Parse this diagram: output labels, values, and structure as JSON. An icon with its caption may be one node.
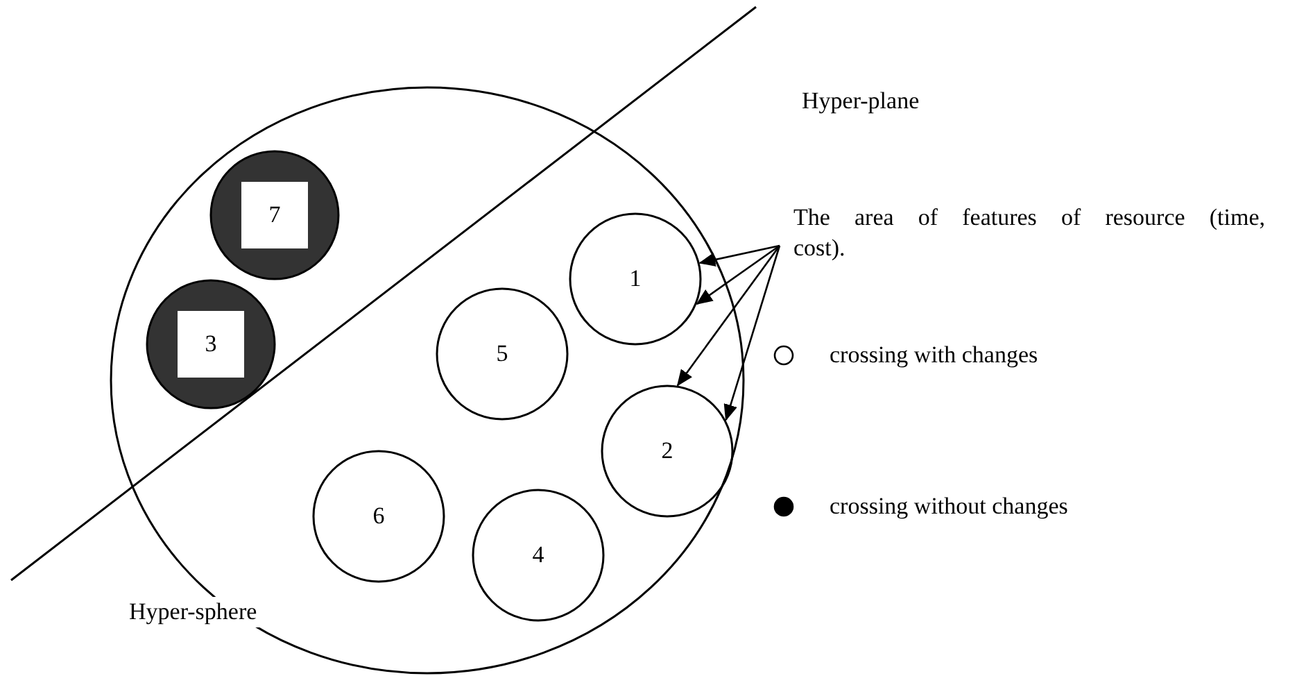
{
  "diagram": {
    "nodes": [
      {
        "text": [
          "Hyper-sphere"
        ]
      },
      {
        "text": [
          "7"
        ],
        "in": 0
      },
      {
        "text": [
          "3"
        ],
        "in": 0
      },
      {
        "text": [
          "1"
        ],
        "in": 0
      },
      {
        "text": [
          "5"
        ],
        "in": 0
      },
      {
        "text": [
          "2"
        ],
        "in": 0
      },
      {
        "text": [
          "6"
        ],
        "in": 0
      },
      {
        "text": [
          "4"
        ],
        "in": 0
      },
      {
        "text": [
          "The area of features of resource (time, cost)."
        ]
      }
    ],
    "edges": [
      {
        "from": 8,
        "to": 3,
        "arrow": "to"
      },
      {
        "from": 8,
        "to": 3,
        "arrow": "to"
      },
      {
        "from": 8,
        "to": 5,
        "arrow": "to"
      },
      {
        "from": 8,
        "to": 5,
        "arrow": "to"
      }
    ],
    "labels": [
      "Hyper-plane"
    ],
    "legend": [
      {
        "text": "crossing with changes"
      },
      {
        "text": "crossing without changes"
      }
    ]
  }
}
